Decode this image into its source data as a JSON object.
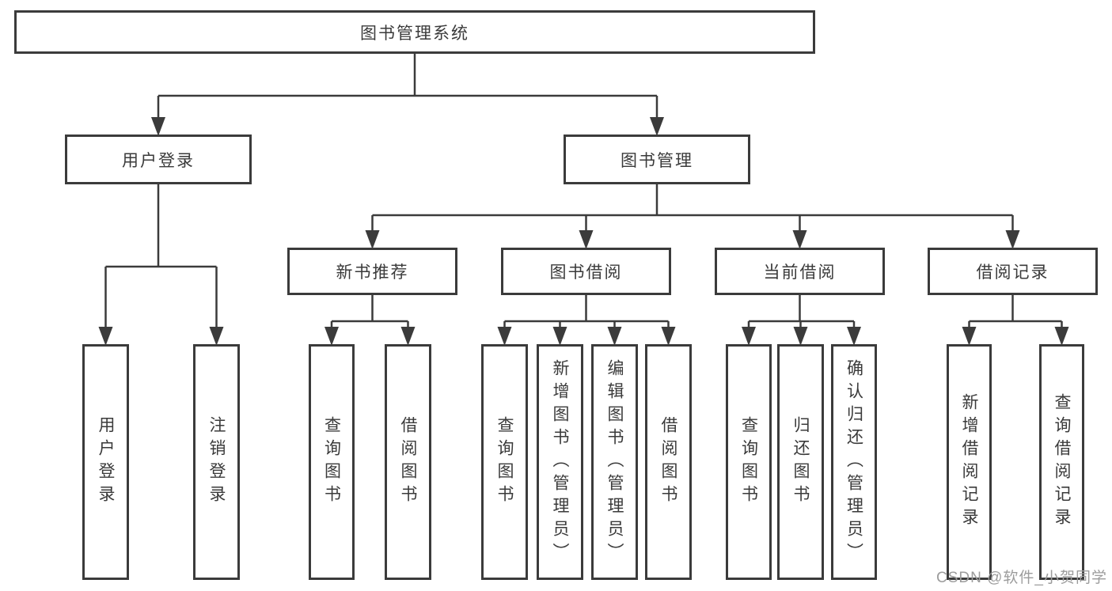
{
  "diagram": {
    "root": {
      "label": "图书管理系统"
    },
    "branches": [
      {
        "label": "用户登录",
        "leaves": [
          "用户登录",
          "注销登录"
        ]
      },
      {
        "label": "图书管理",
        "sections": [
          {
            "label": "新书推荐",
            "leaves": [
              "查询图书",
              "借阅图书"
            ]
          },
          {
            "label": "图书借阅",
            "leaves": [
              "查询图书",
              "新增图书（管理员）",
              "编辑图书（管理员）",
              "借阅图书"
            ]
          },
          {
            "label": "当前借阅",
            "leaves": [
              "查询图书",
              "归还图书",
              "确认归还（管理员）"
            ]
          },
          {
            "label": "借阅记录",
            "leaves": [
              "新增借阅记录",
              "查询借阅记录"
            ]
          }
        ]
      }
    ]
  },
  "colors": {
    "line": "#3b3b3b",
    "box_border": "#3b3b3b",
    "box_background": "#ffffff",
    "text": "#3a3a3a",
    "watermark": "#9c9c9c",
    "page_background": "#ffffff"
  },
  "watermark": {
    "text": "CSDN @软件_小贺同学"
  }
}
